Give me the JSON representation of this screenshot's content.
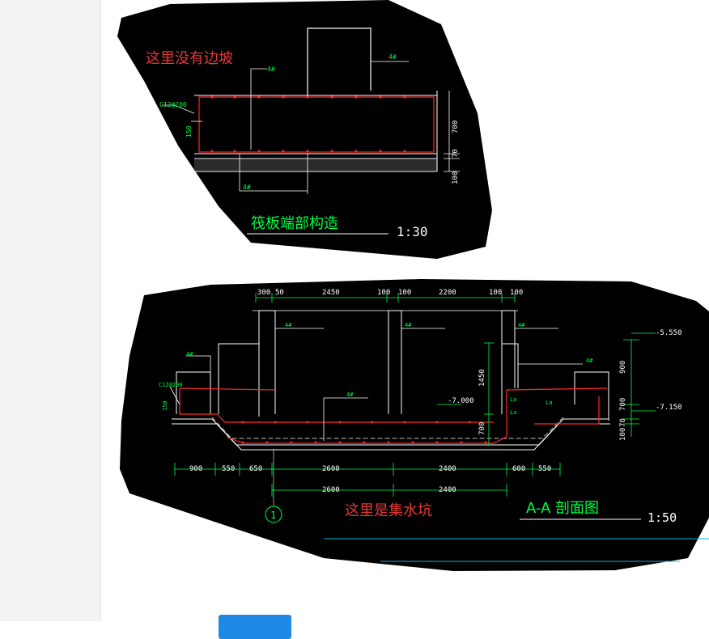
{
  "sidebar": {},
  "drawing1": {
    "annotation": "这里没有边坡",
    "title": "筏板端部构造",
    "scale": "1:30",
    "labels": {
      "rebar_top": "4#",
      "rebar_right": "4#",
      "spacing": "C12@200",
      "dim_150": "150",
      "dim_700": "700",
      "dim_70": "70",
      "dim_100": "100",
      "bottom_note": "4#"
    }
  },
  "drawing2": {
    "annotation": "这里是集水坑",
    "title": "A-A 剖面图",
    "scale": "1:50",
    "axis_label": "1",
    "top_dims": [
      "300",
      "50",
      "2450",
      "100",
      "100",
      "2200",
      "100",
      "100"
    ],
    "bottom_dims_row1": [
      "900",
      "550",
      "650",
      "2600",
      "2400",
      "600",
      "550"
    ],
    "bottom_dims_row2": [
      "2600",
      "2400"
    ],
    "elevations": [
      "-5.550",
      "-7.150",
      "-7.000"
    ],
    "side_dims": [
      "900",
      "700",
      "70",
      "100",
      "1450",
      "700"
    ],
    "labels": {
      "left_top": "4#",
      "left_spacing": "C12@200",
      "left_150": "150",
      "mid1": "4#",
      "mid2": "4#",
      "mid3": "4#",
      "mid4": "4#",
      "right1": "4#",
      "la1": "La",
      "la2": "La",
      "la3": "La"
    }
  },
  "colors": {
    "background": "#000000",
    "wall": "#ffffff",
    "rebar": "#ff2a2a",
    "dimension": "#00ff44",
    "annotation_red": "#e53935",
    "cyan_line": "#00bcd4"
  },
  "footer": {
    "button_label": ""
  }
}
